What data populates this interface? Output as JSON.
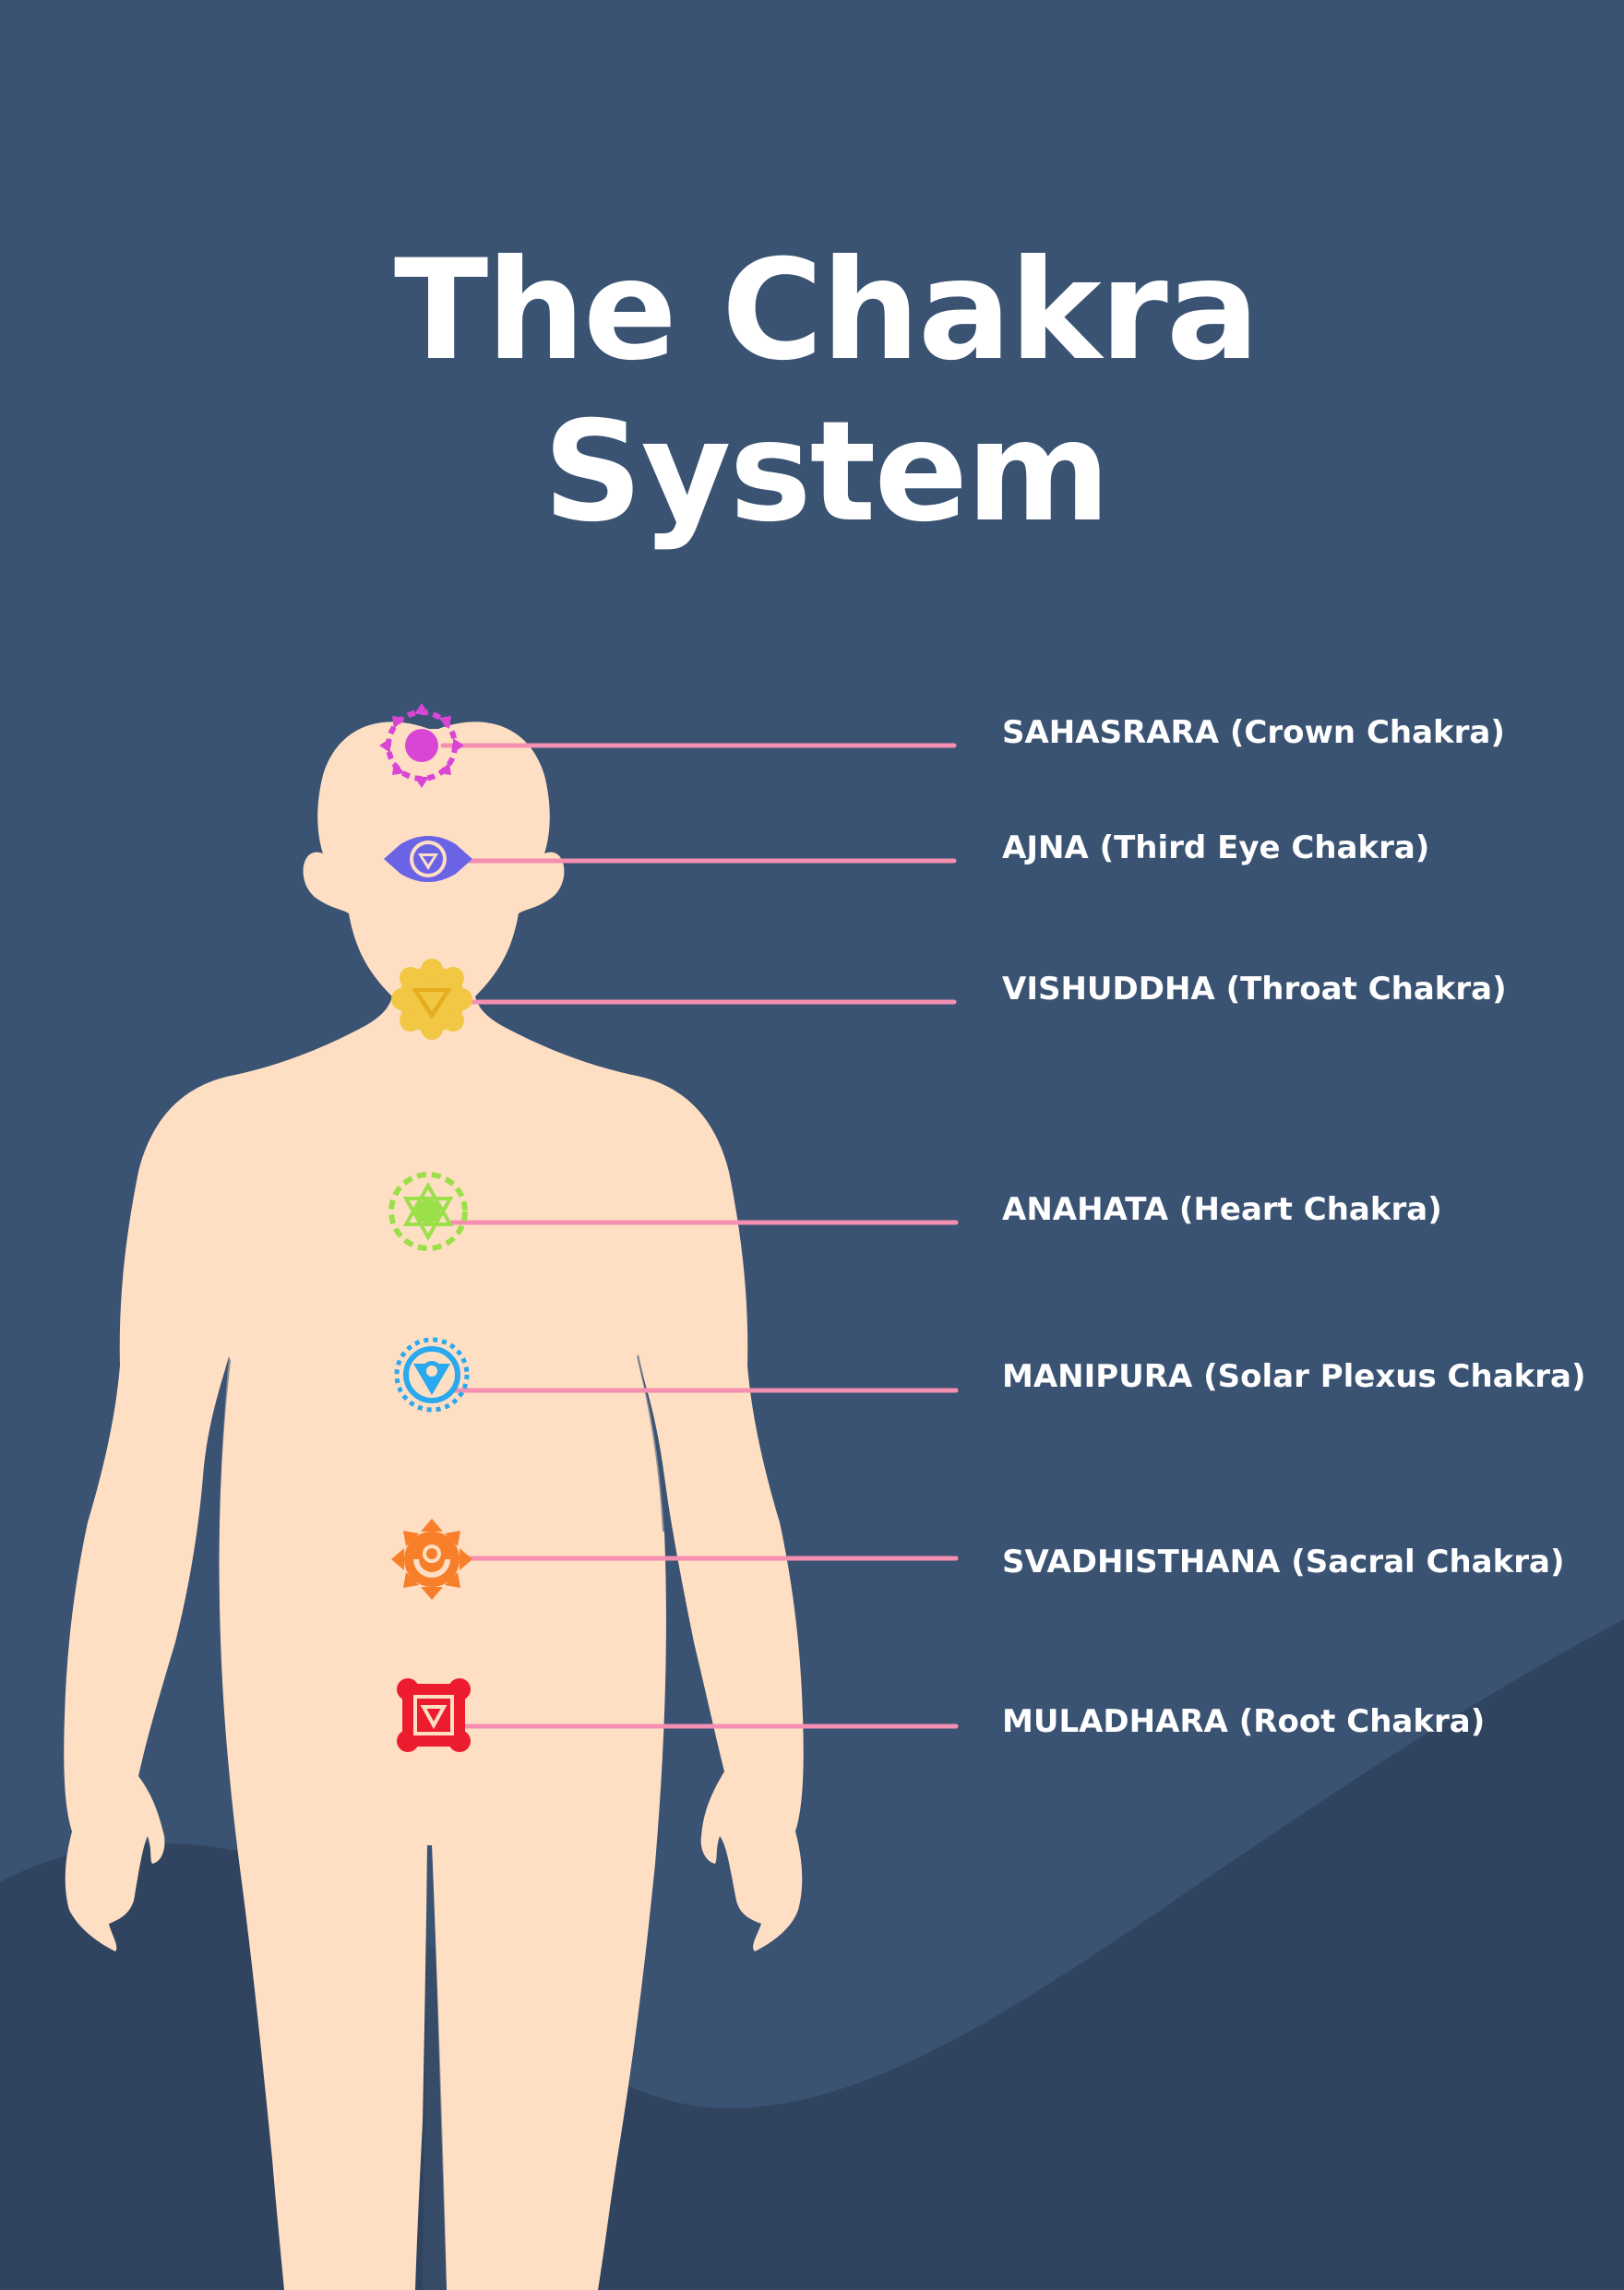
{
  "title": {
    "line1": "The Chakra",
    "line2": "System"
  },
  "chakras": [
    {
      "label": "SAHASRARA (Crown Chakra)",
      "color": "#d946d6",
      "icon": "crown-chakra-icon"
    },
    {
      "label": "AJNA (Third Eye Chakra)",
      "color": "#6b63e6",
      "icon": "third-eye-chakra-icon"
    },
    {
      "label": "VISHUDDHA (Throat Chakra)",
      "color": "#f2c744",
      "icon": "throat-chakra-icon"
    },
    {
      "label": "ANAHATA (Heart Chakra)",
      "color": "#9be04a",
      "icon": "heart-chakra-icon"
    },
    {
      "label": "MANIPURA (Solar Plexus Chakra)",
      "color": "#2aa9ee",
      "icon": "solar-plexus-chakra-icon"
    },
    {
      "label": "SVADHISTHANA (Sacral Chakra)",
      "color": "#f77f2a",
      "icon": "sacral-chakra-icon"
    },
    {
      "label": "MULADHARA (Root Chakra)",
      "color": "#ec1c2e",
      "icon": "root-chakra-icon"
    }
  ],
  "colors": {
    "background": "#3b5373",
    "wave": "#30445f",
    "body": "#ffdfc4",
    "connector": "#f48fb1",
    "text": "#ffffff"
  }
}
